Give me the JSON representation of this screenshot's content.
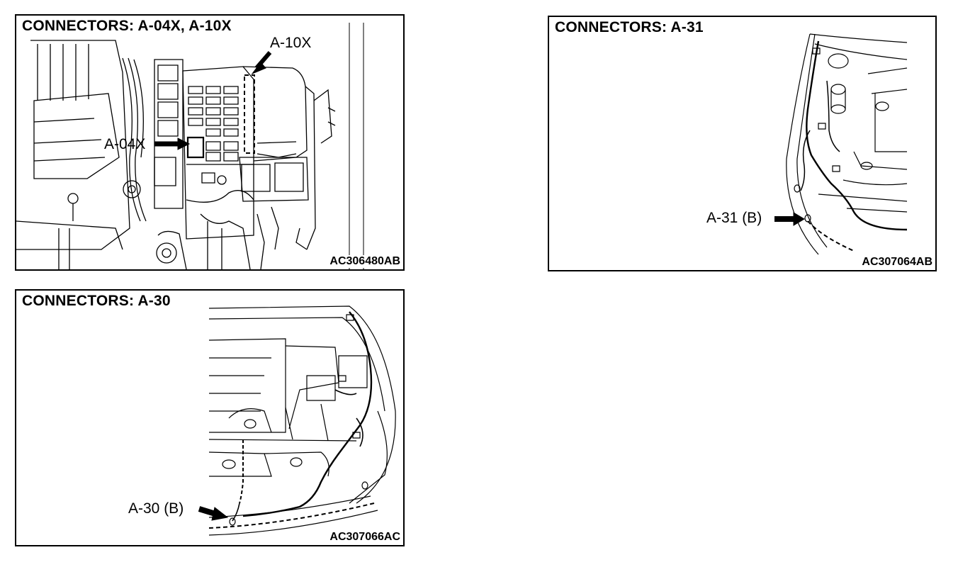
{
  "panels": [
    {
      "title": "CONNECTORS: A-04X, A-10X",
      "code": "AC306480AB",
      "callouts": [
        "A-10X",
        "A-04X"
      ]
    },
    {
      "title": "CONNECTORS: A-31",
      "code": "AC307064AB",
      "callouts": [
        "A-31 (B)"
      ]
    },
    {
      "title": "CONNECTORS: A-30",
      "code": "AC307066AC",
      "callouts": [
        "A-30 (B)"
      ]
    }
  ],
  "colors": {
    "line": "#000000",
    "background": "#ffffff"
  }
}
